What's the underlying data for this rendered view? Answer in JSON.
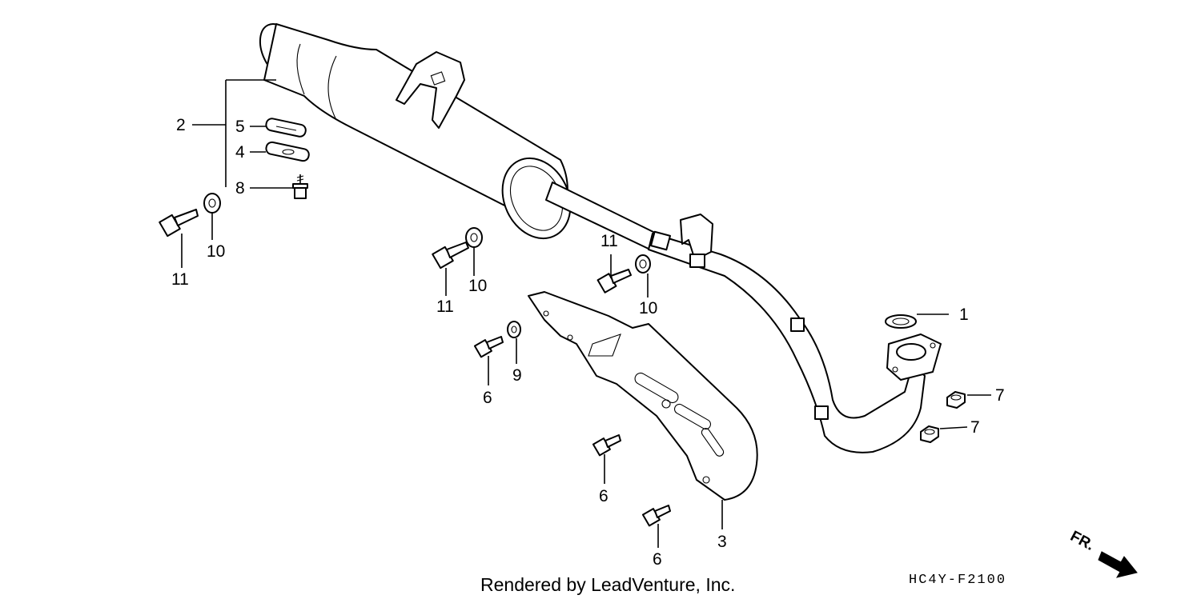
{
  "diagram": {
    "callouts": {
      "c1": "1",
      "c2": "2",
      "c3": "3",
      "c4": "4",
      "c5": "5",
      "c6a": "6",
      "c6b": "6",
      "c6c": "6",
      "c7a": "7",
      "c7b": "7",
      "c8": "8",
      "c9": "9",
      "c10a": "10",
      "c10b": "10",
      "c10c": "10",
      "c11a": "11",
      "c11b": "11",
      "c11c": "11"
    },
    "footer": "Rendered by LeadVenture, Inc.",
    "diagram_code": "HC4Y-F2100",
    "direction_label": "FR."
  }
}
